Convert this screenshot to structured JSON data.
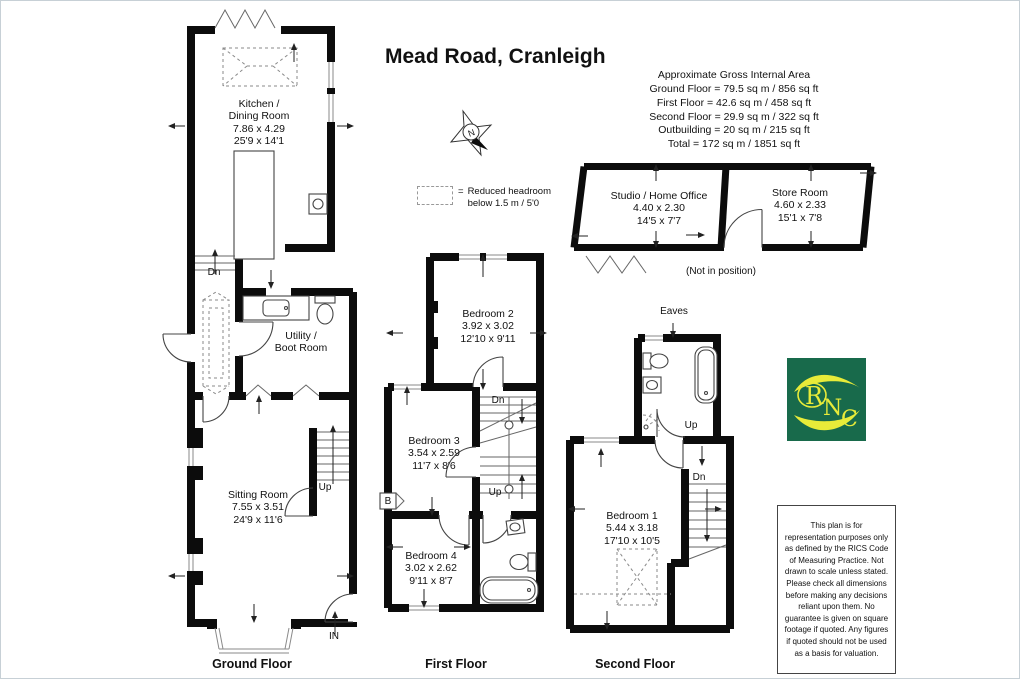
{
  "page": {
    "title": "Mead Road, Cranleigh"
  },
  "area_summary": {
    "heading": "Approximate Gross Internal Area",
    "lines": [
      "Ground Floor = 79.5 sq m / 856 sq ft",
      "First Floor = 42.6 sq m / 458 sq ft",
      "Second Floor = 29.9 sq m / 322 sq ft",
      "Outbuilding = 20 sq m / 215 sq ft",
      "Total = 172 sq m / 1851 sq ft"
    ]
  },
  "legend": {
    "equals": "=",
    "line1": "Reduced headroom",
    "line2": "below 1.5 m / 5'0"
  },
  "compass": {
    "north": "N"
  },
  "rooms": {
    "kitchen": {
      "line1": "Kitchen /",
      "line2": "Dining Room",
      "metric": "7.86 x 4.29",
      "imperial": "25'9 x 14'1"
    },
    "utility": {
      "line1": "Utility /",
      "line2": "Boot Room"
    },
    "sitting": {
      "line1": "Sitting Room",
      "metric": "7.55 x 3.51",
      "imperial": "24'9 x 11'6"
    },
    "bedroom2": {
      "line1": "Bedroom 2",
      "metric": "3.92 x 3.02",
      "imperial": "12'10 x 9'11"
    },
    "bedroom3": {
      "line1": "Bedroom 3",
      "metric": "3.54 x 2.59",
      "imperial": "11'7 x 8'6"
    },
    "bedroom4": {
      "line1": "Bedroom 4",
      "metric": "3.02 x 2.62",
      "imperial": "9'11 x 8'7"
    },
    "bedroom1": {
      "line1": "Bedroom 1",
      "metric": "5.44 x 3.18",
      "imperial": "17'10 x 10'5"
    },
    "studio": {
      "line1": "Studio / Home Office",
      "metric": "4.40 x 2.30",
      "imperial": "14'5 x 7'7"
    },
    "store": {
      "line1": "Store Room",
      "metric": "4.60 x 2.33",
      "imperial": "15'1 x 7'8"
    }
  },
  "annotations": {
    "dn": "Dn",
    "up": "Up",
    "entrance": "IN",
    "eaves": "Eaves",
    "boiler": "B",
    "not_in_position": "(Not in position)"
  },
  "floor_labels": {
    "ground": "Ground Floor",
    "first": "First Floor",
    "second": "Second Floor"
  },
  "logo": {
    "letters": [
      "R",
      "N",
      "C"
    ],
    "background": "#186a4b",
    "accent": "#e8eb39"
  },
  "disclaimer": "This plan is for representation purposes only as defined by the RICS Code of Measuring Practice. Not drawn to scale unless stated. Please check all dimensions before making any decisions reliant upon them. No guarantee is given on square footage if quoted. Any figures if quoted should not be used as a basis for valuation."
}
